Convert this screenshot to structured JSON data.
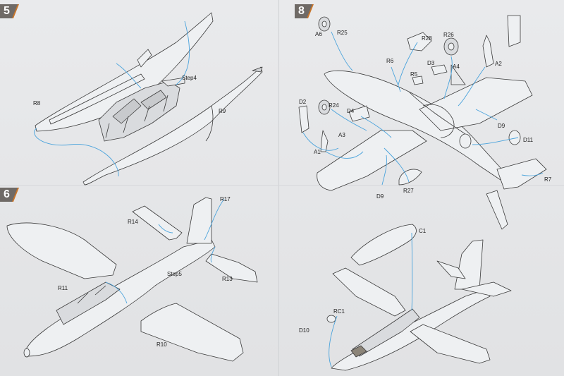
{
  "steps": {
    "s5": "5",
    "s6": "6",
    "s8": "8"
  },
  "labels": {
    "r8": "R8",
    "r9": "R9",
    "step4": "Step4",
    "r17": "R17",
    "r14": "R14",
    "r11": "R11",
    "step5": "Step5",
    "r13": "R13",
    "r10": "R10",
    "a6": "A6",
    "r25": "R25",
    "r28": "R28",
    "r26": "R26",
    "r6": "R6",
    "r5": "R5",
    "d3": "D3",
    "a4": "A4",
    "a2": "A2",
    "d2": "D2",
    "r24": "R24",
    "d4": "D4",
    "a3": "A3",
    "a1": "A1",
    "d9a": "D9",
    "d11": "D11",
    "r7": "R7",
    "d9b": "D9",
    "r27": "R27",
    "c1": "C1",
    "rc1": "RC1",
    "d10": "D10"
  },
  "colors": {
    "line": "#3a3a3a",
    "guide": "#4aa3dc",
    "badge": "#6f6a66",
    "accent": "#c9762a"
  }
}
